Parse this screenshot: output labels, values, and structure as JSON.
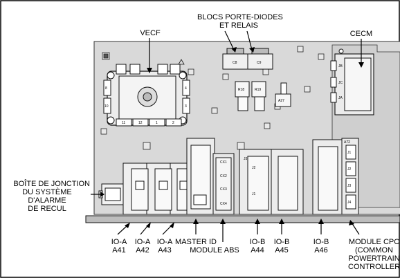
{
  "labels": {
    "vecf": "VECF",
    "blocs_line1": "BLOCS PORTE-DIODES",
    "blocs_line2": "ET RELAIS",
    "cecm": "CECM",
    "boite_line1": "BOÎTE DE JONCTION",
    "boite_line2": "DU SYSTÈME",
    "boite_line3": "D'ALARME",
    "boite_line4": "DE RECUL",
    "ioa41_line1": "IO-A",
    "ioa41_line2": "A41",
    "ioa42_line1": "IO-A",
    "ioa42_line2": "A42",
    "ioa43_line1": "IO-A",
    "ioa43_line2": "A43",
    "master_id": "MASTER ID",
    "module_abs": "MODULE ABS",
    "iob44_line1": "IO-B",
    "iob44_line2": "A44",
    "iob45_line1": "IO-B",
    "iob45_line2": "A45",
    "iob46_line1": "IO-B",
    "iob46_line2": "A46",
    "cpc_line1": "MODULE CPC",
    "cpc_line2": "(COMMON",
    "cpc_line3": "POWERTRAIN",
    "cpc_line4": "CONTROLLER)"
  },
  "component_marks": {
    "fuse_labels": [
      "8",
      "10",
      "4",
      "3",
      "11",
      "12",
      "1",
      "2"
    ],
    "relay_labels": [
      "C8",
      "C9"
    ],
    "diode_labels": [
      "R18",
      "R19",
      "A27"
    ],
    "cecm_pins": [
      "JB",
      "JC",
      "JA"
    ],
    "cpc_tag": "A72",
    "cpc_connectors": [
      "J1",
      "J2",
      "J3",
      "J4"
    ],
    "abs_connectors": [
      "CX1",
      "CX2",
      "CX3",
      "CX4"
    ],
    "module_connectors": [
      "J1",
      "J2",
      "J3"
    ]
  }
}
